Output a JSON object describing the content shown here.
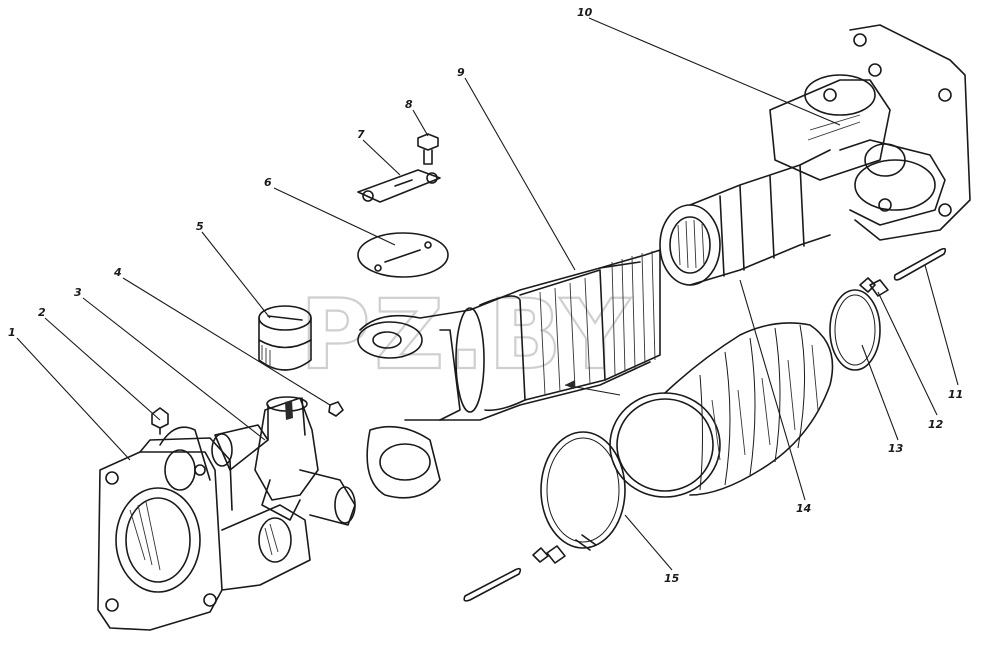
{
  "watermark": "PZ.BY",
  "callouts": [
    {
      "id": "1",
      "text": "1"
    },
    {
      "id": "2",
      "text": "2"
    },
    {
      "id": "3",
      "text": "3"
    },
    {
      "id": "4",
      "text": "4"
    },
    {
      "id": "5",
      "text": "5"
    },
    {
      "id": "6",
      "text": "6"
    },
    {
      "id": "7",
      "text": "7"
    },
    {
      "id": "8",
      "text": "8"
    },
    {
      "id": "9",
      "text": "9"
    },
    {
      "id": "10",
      "text": "10"
    },
    {
      "id": "11",
      "text": "11"
    },
    {
      "id": "12",
      "text": "12"
    },
    {
      "id": "13",
      "text": "13"
    },
    {
      "id": "14",
      "text": "14"
    },
    {
      "id": "15",
      "text": "15"
    }
  ]
}
